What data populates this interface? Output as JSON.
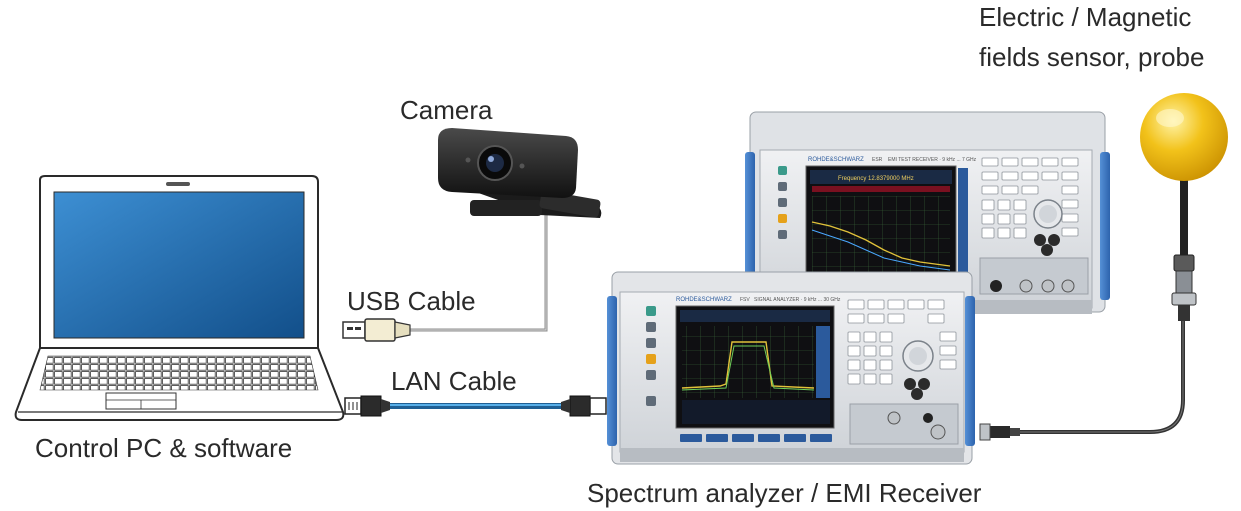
{
  "labels": {
    "camera": "Camera",
    "usb_cable": "USB Cable",
    "lan_cable": "LAN Cable",
    "control_pc": "Control PC & software",
    "analyzer": "Spectrum analyzer / EMI Receiver",
    "probe_line1": "Electric / Magnetic",
    "probe_line2": "fields sensor, probe"
  },
  "instruments": {
    "front": {
      "brand": "ROHDE&SCHWARZ",
      "model": "FSV",
      "description": "SIGNAL ANALYZER · 9 kHz ... 30 GHz"
    },
    "back": {
      "brand": "ROHDE&SCHWARZ",
      "model": "ESR",
      "description": "EMI TEST RECEIVER · 9 kHz ... 7 GHz",
      "frequency_readout": "Frequency 12.8379000 MHz"
    }
  },
  "colors": {
    "cable_usb": "#8c8c8c",
    "cable_lan": "#3a8fd0",
    "probe_ball": "#f2c21a",
    "laptop_screen": "#1e6fb3",
    "instrument_frame": "#3b78c4"
  },
  "icons": [
    "laptop-icon",
    "webcam-icon",
    "usb-plug-icon",
    "lan-plug-icon",
    "spectrum-analyzer-icon",
    "emi-receiver-icon",
    "field-probe-icon",
    "bnc-connector-icon"
  ]
}
